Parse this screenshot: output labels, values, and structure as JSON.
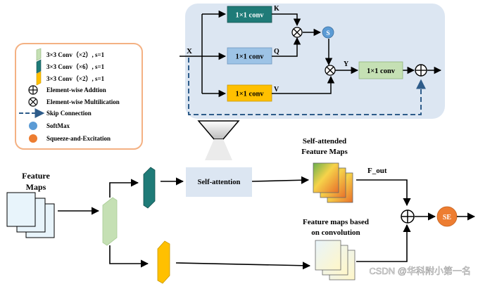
{
  "legend": {
    "items": [
      {
        "icon": "light-green-conv-block",
        "label": "3×3 Conv（×2）, s=1"
      },
      {
        "icon": "teal-conv-block",
        "label": "3×3 Conv（×6）, s=1"
      },
      {
        "icon": "yellow-conv-block",
        "label": "3×3 Conv（×2）, s=1"
      },
      {
        "icon": "circled-plus-icon",
        "label": "Element-wise Addtion"
      },
      {
        "icon": "circled-times-icon",
        "label": "Element-wise Multilication"
      },
      {
        "icon": "dashed-arrow-icon",
        "label": "Skip Connection"
      },
      {
        "icon": "blue-circle-icon",
        "label": "SoftMax"
      },
      {
        "icon": "orange-circle-icon",
        "label": "Squeeze-and-Excitation"
      }
    ]
  },
  "attention": {
    "input_label": "X",
    "k_conv": "1×1 conv",
    "q_conv": "1×1 conv",
    "v_conv": "1×1 conv",
    "k_label": "K",
    "q_label": "Q",
    "v_label": "V",
    "softmax_label": "S",
    "y_label": "Y",
    "out_conv": "1×1 conv"
  },
  "main": {
    "feature_maps_line1": "Feature",
    "feature_maps_line2": "Maps",
    "self_attention": "Self-attention",
    "self_attended_line1": "Self-attended",
    "self_attended_line2": "Feature Maps",
    "f_out": "F_out",
    "conv_maps_line1": "Feature maps based",
    "conv_maps_line2": "on convolution",
    "se_label": "SE"
  },
  "watermark": "CSDN @华科附小第一名",
  "colors": {
    "panel_bg": "#dce6f2",
    "k_conv": "#1f7b78",
    "q_conv": "#9dc3e6",
    "v_conv": "#ffc000",
    "out_conv": "#c5e0b4",
    "softmax": "#5b9bd5",
    "se": "#ed7d31",
    "skip": "#2e5c8a",
    "legend_border": "#f4b183"
  }
}
